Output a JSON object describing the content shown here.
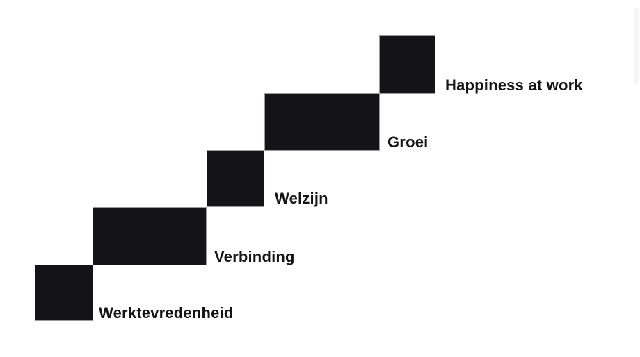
{
  "diagram": {
    "name": "happiness-at-work-staircase",
    "steps": [
      {
        "label": "Werktevredenheid"
      },
      {
        "label": "Verbinding"
      },
      {
        "label": "Welzijn"
      },
      {
        "label": "Groei"
      },
      {
        "label": "Happiness at work"
      }
    ]
  },
  "colors": {
    "background": "#ffffff",
    "block_fill": "#141418",
    "block_border": "#9b9b9b",
    "label_text": "#141417"
  }
}
